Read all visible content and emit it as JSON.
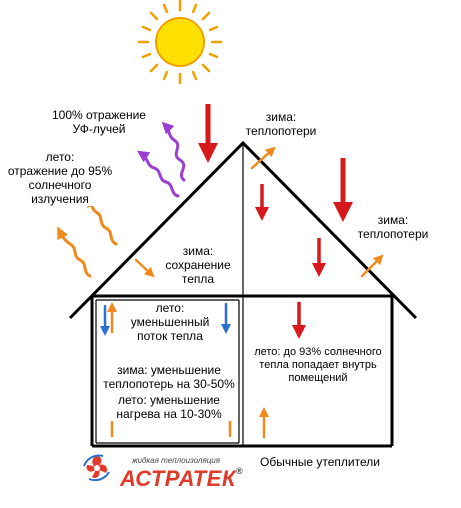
{
  "labels": {
    "uv_reflection": "100% отражение\nУФ-лучей",
    "summer_reflection": "лето:\nотражение до 95%\nсолнечного\nизлучения",
    "winter_heat_loss_top": "зима:\nтеплопотери",
    "winter_heat_loss_right": "зима:\nтеплопотери",
    "winter_heat_keep": "зима:\nсохранение\nтепла",
    "summer_less_flow": "лето:\nуменьшенный\nпоток тепла",
    "winter_reduce_loss": "зима: уменьшение\nтеплопотерь на 30-50%",
    "summer_reduce_heat": "лето: уменьшение\nнагрева на 10-30%",
    "summer_93": "лето: до 93% солнечного\nтепла попадает внутрь\nпомещений",
    "ordinary_insulation": "Обычные утеплители"
  },
  "logo": {
    "subtitle": "жидкая теплоизоляция",
    "brand": "АСТРАТЕК",
    "mark": "®"
  },
  "colors": {
    "sun": "#FFE000",
    "sun_stroke": "#F0A000",
    "red_arrow": "#D7191C",
    "orange_arrow": "#F08A1C",
    "purple_arrow": "#9B3FD2",
    "blue_arrow": "#2E6FD4",
    "outline": "#000000",
    "brand": "#E03A2A"
  }
}
